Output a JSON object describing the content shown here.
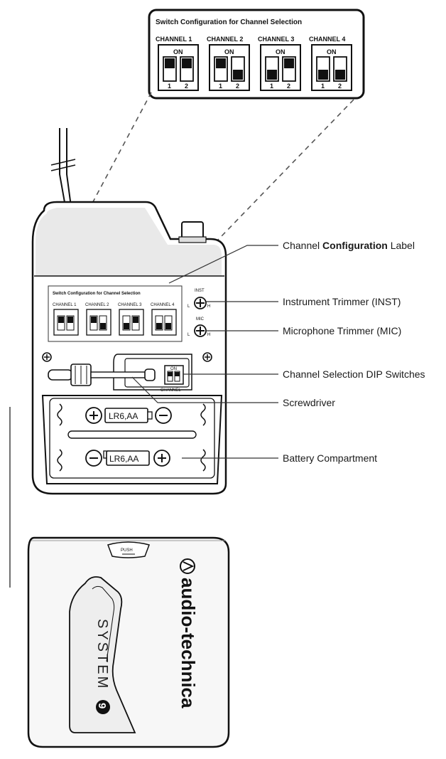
{
  "callout": {
    "title": "Switch Configuration for Channel Selection",
    "on_label": "ON",
    "switch_nums": [
      "1",
      "2"
    ],
    "channels": [
      {
        "label": "CHANNEL 1",
        "sw1": "up",
        "sw2": "up"
      },
      {
        "label": "CHANNEL 2",
        "sw1": "up",
        "sw2": "down"
      },
      {
        "label": "CHANNEL 3",
        "sw1": "down",
        "sw2": "up"
      },
      {
        "label": "CHANNEL 4",
        "sw1": "down",
        "sw2": "down"
      }
    ]
  },
  "device": {
    "small_label_title": "Switch Configuration for Channel Selection",
    "small_channels": [
      "CHANNEL 1",
      "CHANNEL 2",
      "CHANNEL 3",
      "CHANNEL 4"
    ],
    "inst_label": "INST",
    "mic_label": "MIC",
    "trim_low": "L",
    "trim_high": "H",
    "dip_label": "CHANNEL",
    "battery_label": "LR6,AA"
  },
  "callouts": [
    {
      "id": "channel-configuration-label",
      "text": "Channel Configuration Label"
    },
    {
      "id": "instrument-trimmer",
      "text": "Instrument Trimmer (INST)"
    },
    {
      "id": "microphone-trimmer",
      "text": "Microphone Trimmer (MIC)"
    },
    {
      "id": "dip-switches",
      "text": "Channel Selection DIP Switches"
    },
    {
      "id": "screwdriver",
      "text": "Screwdriver"
    },
    {
      "id": "battery-compartment",
      "text": "Battery Compartment"
    }
  ],
  "cover": {
    "push_label": "PUSH",
    "brand": "audio-technica",
    "system_text": "SYSTEM",
    "system_number": "9"
  }
}
